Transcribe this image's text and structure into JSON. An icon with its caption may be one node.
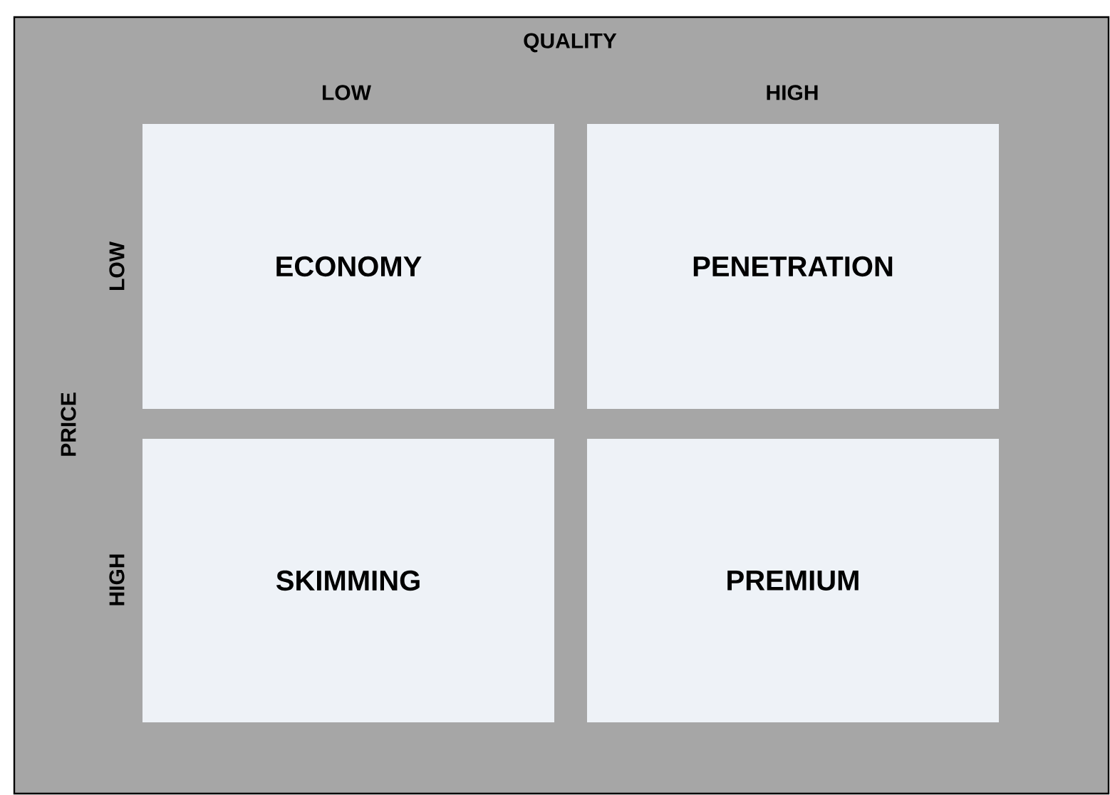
{
  "diagram": {
    "nodes": [
      {
        "text": [
          "ECONOMY"
        ]
      },
      {
        "text": [
          "PENETRATION"
        ]
      },
      {
        "text": [
          "SKIMMING"
        ]
      },
      {
        "text": [
          "PREMIUM"
        ]
      }
    ],
    "labels": [
      "QUALITY",
      "LOW",
      "HIGH",
      "PRICE",
      "LOW",
      "HIGH"
    ]
  }
}
